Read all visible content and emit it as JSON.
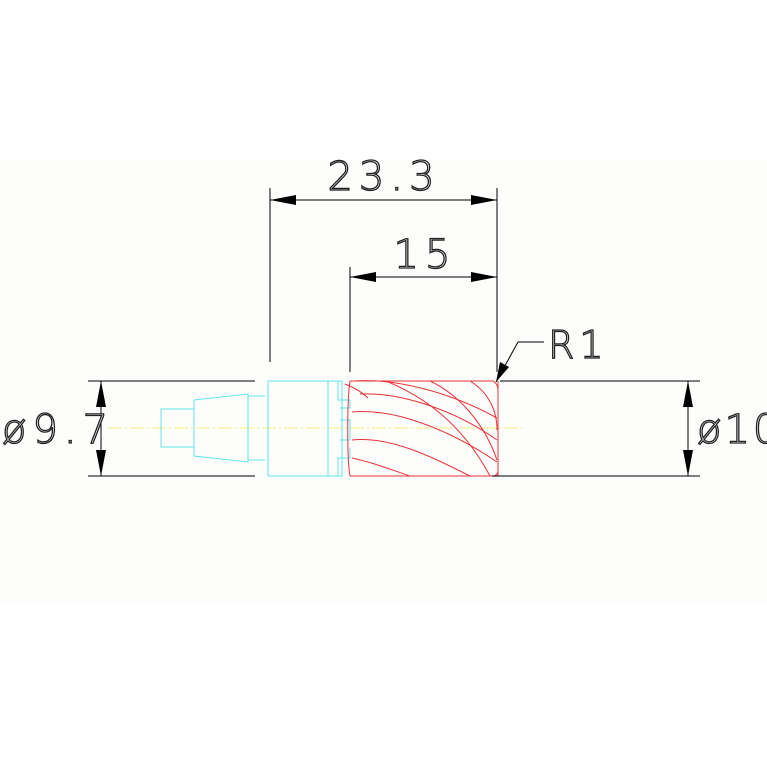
{
  "drawing": {
    "dimensions": {
      "overall_length": "23.3",
      "cutting_length": "15",
      "corner_radius": "R1",
      "shank_diameter": "ø9.7",
      "cutting_diameter": "ø10"
    },
    "colors": {
      "background_panel": "#fdfefb",
      "dimension_lines": "#000000",
      "holder_outline": "#5fe3ee",
      "flute_outline": "#e8333a",
      "centerline": "#f3ee7a"
    }
  }
}
